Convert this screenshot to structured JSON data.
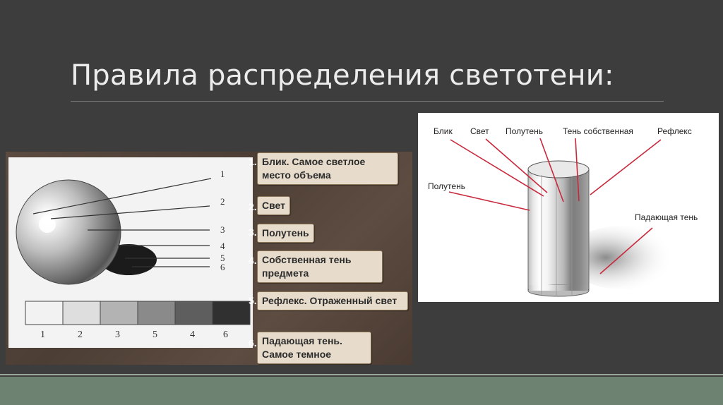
{
  "slide": {
    "title": "Правила распределения светотени:"
  },
  "sphere_diagram": {
    "pointer_numbers": [
      "1",
      "2",
      "3",
      "4",
      "5",
      "6"
    ],
    "swatches": [
      {
        "label": "1",
        "color": "#f2f2f2"
      },
      {
        "label": "2",
        "color": "#dedede"
      },
      {
        "label": "3",
        "color": "#b3b3b3"
      },
      {
        "label": "5",
        "color": "#8a8a8a"
      },
      {
        "label": "4",
        "color": "#5e5e5e"
      },
      {
        "label": "6",
        "color": "#303030"
      }
    ]
  },
  "legend": [
    {
      "number": "1.",
      "text": "Блик. Самое светлое место объема"
    },
    {
      "number": "2.",
      "text": "Свет"
    },
    {
      "number": "3.",
      "text": "Полутень"
    },
    {
      "number": "4.",
      "text": "Собственная тень предмета"
    },
    {
      "number": "5.",
      "text": "Рефлекс. Отраженный свет"
    },
    {
      "number": "6.",
      "text": "Падающая тень. Самое темное"
    }
  ],
  "cylinder_diagram": {
    "top_labels": [
      "Блик",
      "Свет",
      "Полутень",
      "Тень собственная",
      "Рефлекс"
    ],
    "left_label": "Полутень",
    "right_label": "Падающая тень"
  },
  "colors": {
    "background": "#3d3d3d",
    "bottom_band": "#6d8271",
    "pointer_line": "#c8283c"
  }
}
